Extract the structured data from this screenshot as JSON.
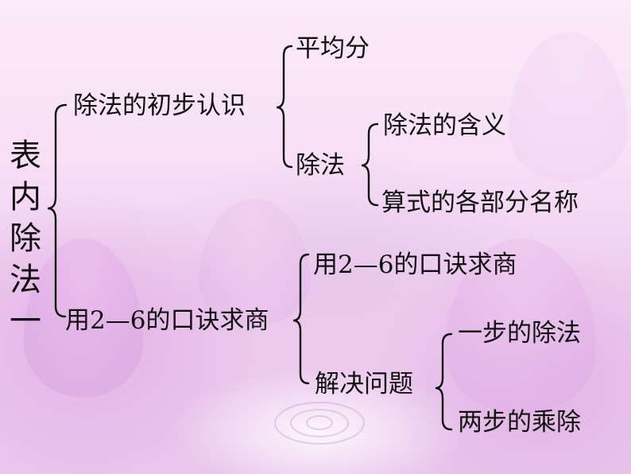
{
  "root": {
    "chars": [
      "表",
      "内",
      "除",
      "法",
      "一"
    ]
  },
  "branch1": {
    "label": "除法的初步认识",
    "child1": "平均分",
    "child2": {
      "label": "除法",
      "items": [
        "除法的含义",
        "算式的各部分名称"
      ]
    }
  },
  "branch2": {
    "label": "用2—6的口诀求商",
    "child1": "用2—6的口诀求商",
    "child2": {
      "label": "解决问题",
      "items": [
        "一步的除法",
        "两步的乘除"
      ]
    }
  },
  "colors": {
    "text": "#111111",
    "bg_light": "#fbeaf9",
    "bg_dark": "#e9c4ec"
  }
}
